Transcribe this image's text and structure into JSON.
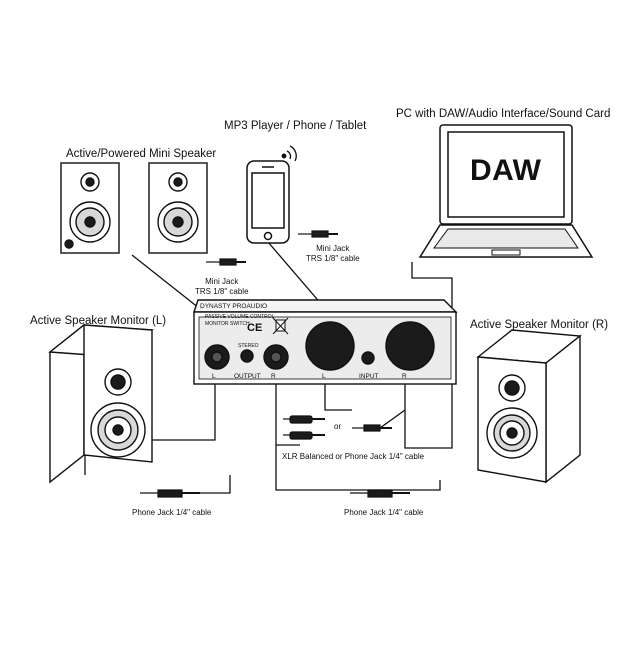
{
  "labels": {
    "mp3_player": "MP3 Player / Phone / Tablet",
    "pc": "PC with DAW/Audio Interface/Sound Card",
    "mini_speaker": "Active/Powered Mini Speaker",
    "monitor_left": "Active Speaker Monitor (L)",
    "monitor_right": "Active Speaker Monitor (R)",
    "daw_screen": "DAW",
    "mini_jack_right_1": "Mini Jack",
    "mini_jack_right_2": "TRS 1/8\" cable",
    "mini_jack_left_1": "Mini Jack",
    "mini_jack_left_2": "TRS 1/8\" cable",
    "xlr_caption": "XLR Balanced or Phone Jack 1/4\" cable",
    "or": "or",
    "phone_jack_left": "Phone Jack 1/4\" cable",
    "phone_jack_right": "Phone Jack 1/4\" cable"
  },
  "device": {
    "brand": "DYNASTY PROAUDIO",
    "model_line_1": "PASSIVE VOLUME CONTROL",
    "model_line_2": "MONITOR SWITCH",
    "ce_mark": "CE",
    "stereo": "STEREO",
    "output": "OUTPUT",
    "input": "INPUT",
    "jack_left": "L",
    "jack_right": "R"
  }
}
